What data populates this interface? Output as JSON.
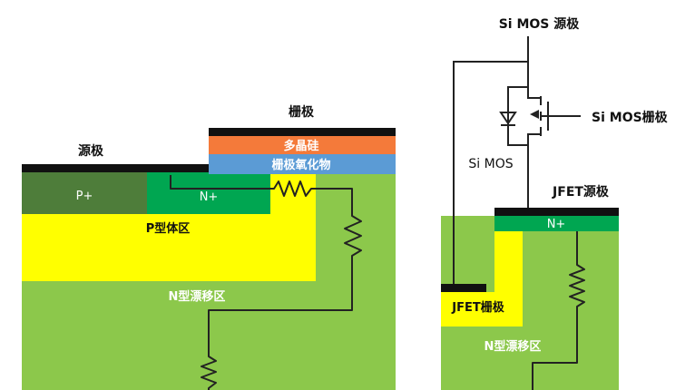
{
  "left_device": {
    "label_source": "源极",
    "label_gate": "栅极",
    "label_poly": "多晶硅",
    "label_oxide": "栅极氧化物",
    "label_p_plus": "P+",
    "label_n_plus": "N+",
    "label_p_body": "P型体区",
    "label_drift": "N型漂移区"
  },
  "right_device": {
    "label_si_mos_source": "Si MOS 源极",
    "label_si_mos_gate": "Si MOS栅极",
    "label_si_mos": "Si MOS",
    "label_jfet_source": "JFET源极",
    "label_n_plus": "N+",
    "label_jfet_gate": "JFET栅极",
    "label_drift": "N型漂移区"
  },
  "colors": {
    "drift": "#8cc84b",
    "p_body": "#ffff00",
    "p_plus": "#4e7d3a",
    "n_plus": "#00a651",
    "poly": "#f47a3a",
    "oxide": "#5b9bd5",
    "metal": "#111111",
    "wire": "#222222"
  }
}
